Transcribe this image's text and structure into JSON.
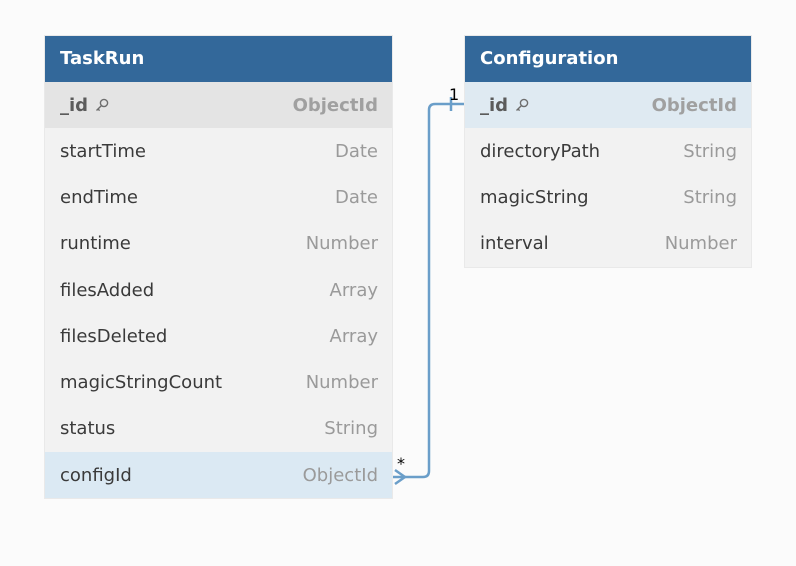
{
  "tables": {
    "taskrun": {
      "title": "TaskRun",
      "fields": [
        {
          "name": "_id",
          "type": "ObjectId"
        },
        {
          "name": "startTime",
          "type": "Date"
        },
        {
          "name": "endTime",
          "type": "Date"
        },
        {
          "name": "runtime",
          "type": "Number"
        },
        {
          "name": "filesAdded",
          "type": "Array"
        },
        {
          "name": "filesDeleted",
          "type": "Array"
        },
        {
          "name": "magicStringCount",
          "type": "Number"
        },
        {
          "name": "status",
          "type": "String"
        },
        {
          "name": "configId",
          "type": "ObjectId"
        }
      ]
    },
    "configuration": {
      "title": "Configuration",
      "fields": [
        {
          "name": "_id",
          "type": "ObjectId"
        },
        {
          "name": "directoryPath",
          "type": "String"
        },
        {
          "name": "magicString",
          "type": "String"
        },
        {
          "name": "interval",
          "type": "Number"
        }
      ]
    }
  },
  "relationship": {
    "from_cardinality": "*",
    "to_cardinality": "1",
    "line_color": "#6a9ec9"
  },
  "colors": {
    "header": "#33689a",
    "highlight_row": "#dbe9f3"
  }
}
